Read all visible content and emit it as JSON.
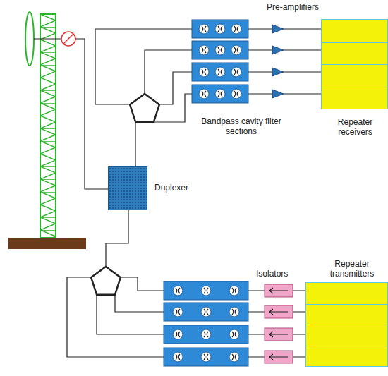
{
  "diagram": {
    "nodes": [
      {
        "text": [
          "Repeater receivers"
        ]
      },
      {
        "text": [
          "Duplexer"
        ]
      },
      {
        "text": [
          "Repeater transmitters"
        ]
      }
    ],
    "labels": [
      "Pre-amplifiers",
      "Bandpass cavity filter sections",
      "Isolators"
    ]
  }
}
